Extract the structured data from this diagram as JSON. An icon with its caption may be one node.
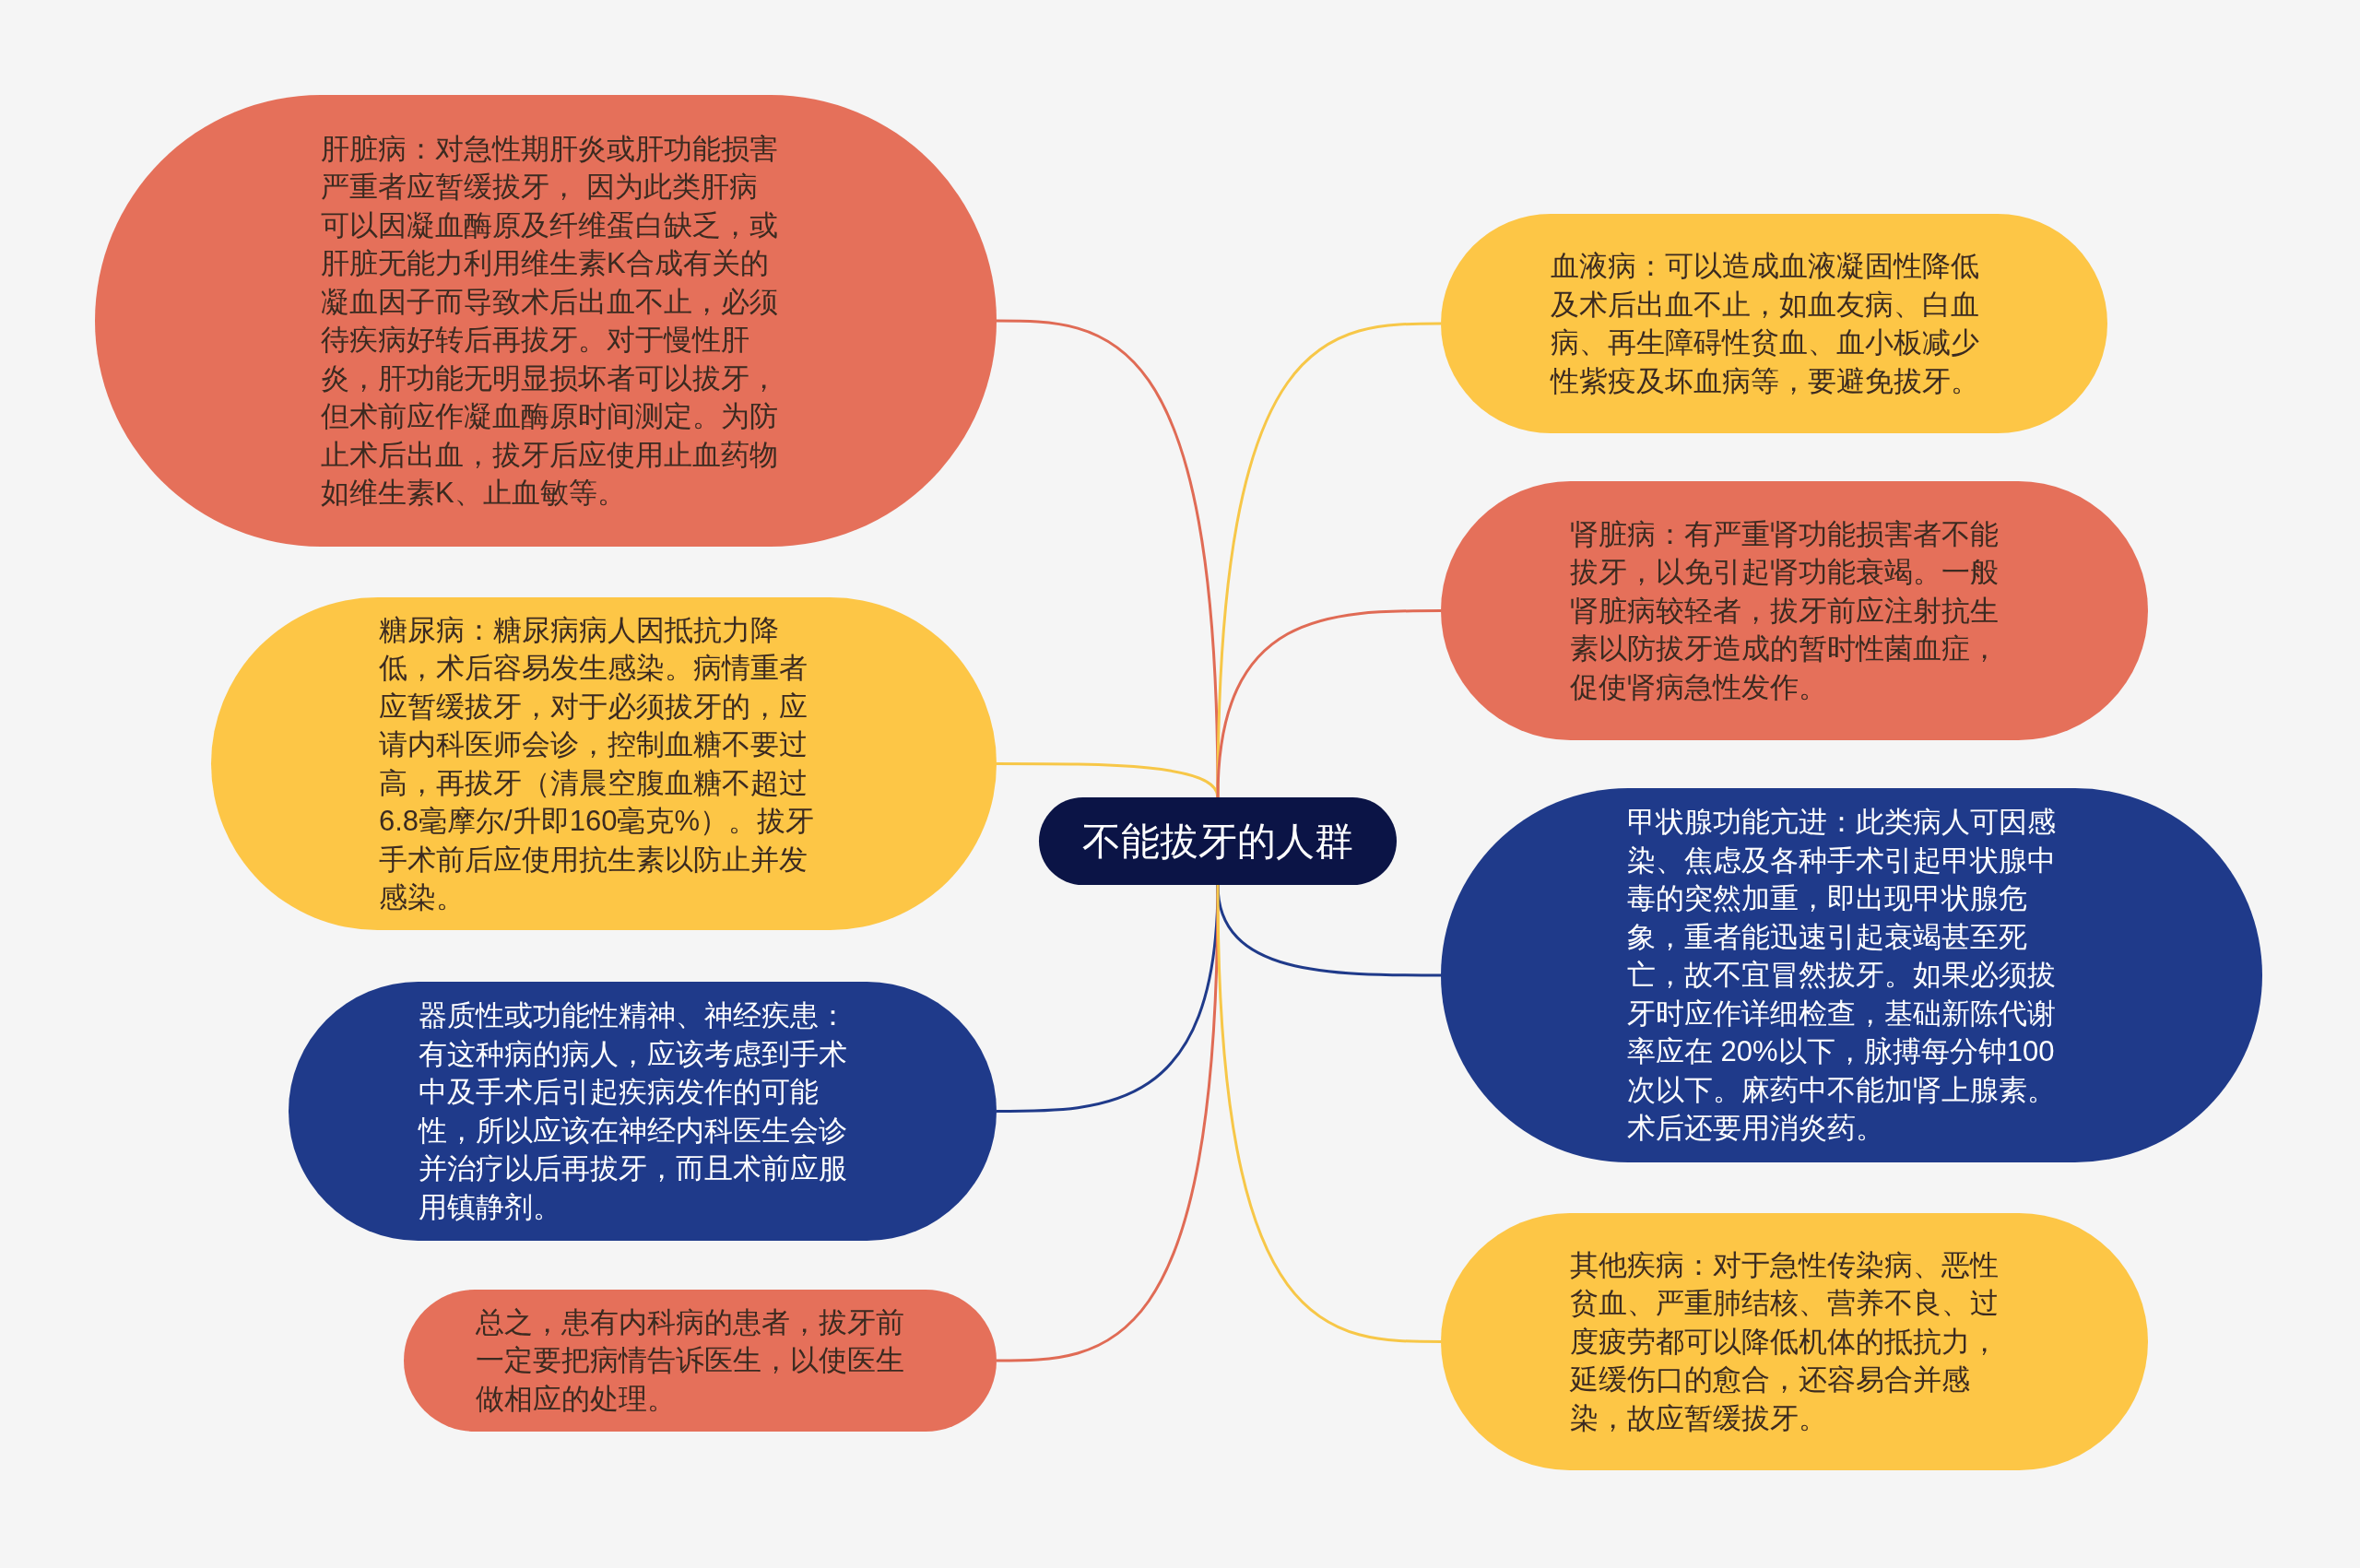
{
  "diagram": {
    "nodes": [
      {
        "text": [
          "不能拔牙的人群"
        ]
      },
      {
        "text": [
          "肝脏病：对急性期肝炎或肝功能损害严重者应暂缓拔牙， 因为此类肝病可以因凝血酶原及纤维蛋白缺乏，或肝脏无能力利用维生素K合成有关的凝血因子而导致术后出血不止，必须待疾病好转后再拔牙。对于慢性肝炎，肝功能无明显损坏者可以拔牙，但术前应作凝血酶原时间测定。为防止术后出血，拔牙后应使用止血药物如维生素K、止血敏等。"
        ]
      },
      {
        "text": [
          "糖尿病：糖尿病病人因抵抗力降低，术后容易发生感染。病情重者应暂缓拔牙，对于必须拔牙的，应请内科医师会诊，控制血糖不要过高，再拔牙（清晨空腹血糖不超过6.8毫摩尔/升即160毫克%）。拔牙手术前后应使用抗生素以防止并发感染。"
        ]
      },
      {
        "text": [
          "器质性或功能性精神、神经疾患：有这种病的病人，应该考虑到手术中及手术后引起疾病发作的可能性，所以应该在神经内科医生会诊并治疗以后再拔牙，而且术前应服用镇静剂。"
        ]
      },
      {
        "text": [
          "总之，患有内科病的患者，拔牙前一定要把病情告诉医生，以使医生做相应的处理。"
        ]
      },
      {
        "text": [
          "血液病：可以造成血液凝固性降低及术后出血不止，如血友病、白血病、再生障碍性贫血、血小板减少性紫疫及坏血病等，要避免拔牙。"
        ]
      },
      {
        "text": [
          "肾脏病：有严重肾功能损害者不能拔牙，以免引起肾功能衰竭。一般肾脏病较轻者，拔牙前应注射抗生素以防拔牙造成的暂时性菌血症，促使肾病急性发作。"
        ]
      },
      {
        "text": [
          "甲状腺功能亢进：此类病人可因感染、焦虑及各种手术引起甲状腺中毒的突然加重，即出现甲状腺危象，重者能迅速引起衰竭甚至死亡，故不宜冒然拔牙。如果必须拔牙时应作详细检查，基础新陈代谢率应在 20%以下，脉搏每分钟100次以下。麻药中不能加肾上腺素。术后还要用消炎药。"
        ]
      },
      {
        "text": [
          "其他疾病：对于急性传染病、恶性贫血、严重肺结核、营养不良、过度疲劳都可以降低机体的抵抗力，延缓伤口的愈合，还容易合并感染，故应暂缓拔牙。"
        ]
      }
    ],
    "edges": [
      {
        "from": 0,
        "to": 1,
        "arrow": "none",
        "color": "#e06b55"
      },
      {
        "from": 0,
        "to": 2,
        "arrow": "none",
        "color": "#f7c748"
      },
      {
        "from": 0,
        "to": 3,
        "arrow": "none",
        "color": "#1f3a8a"
      },
      {
        "from": 0,
        "to": 4,
        "arrow": "none",
        "color": "#e06b55"
      },
      {
        "from": 0,
        "to": 5,
        "arrow": "none",
        "color": "#f7c748"
      },
      {
        "from": 0,
        "to": 6,
        "arrow": "none",
        "color": "#e06b55"
      },
      {
        "from": 0,
        "to": 7,
        "arrow": "none",
        "color": "#1f3a8a"
      },
      {
        "from": 0,
        "to": 8,
        "arrow": "none",
        "color": "#f7c748"
      }
    ]
  }
}
